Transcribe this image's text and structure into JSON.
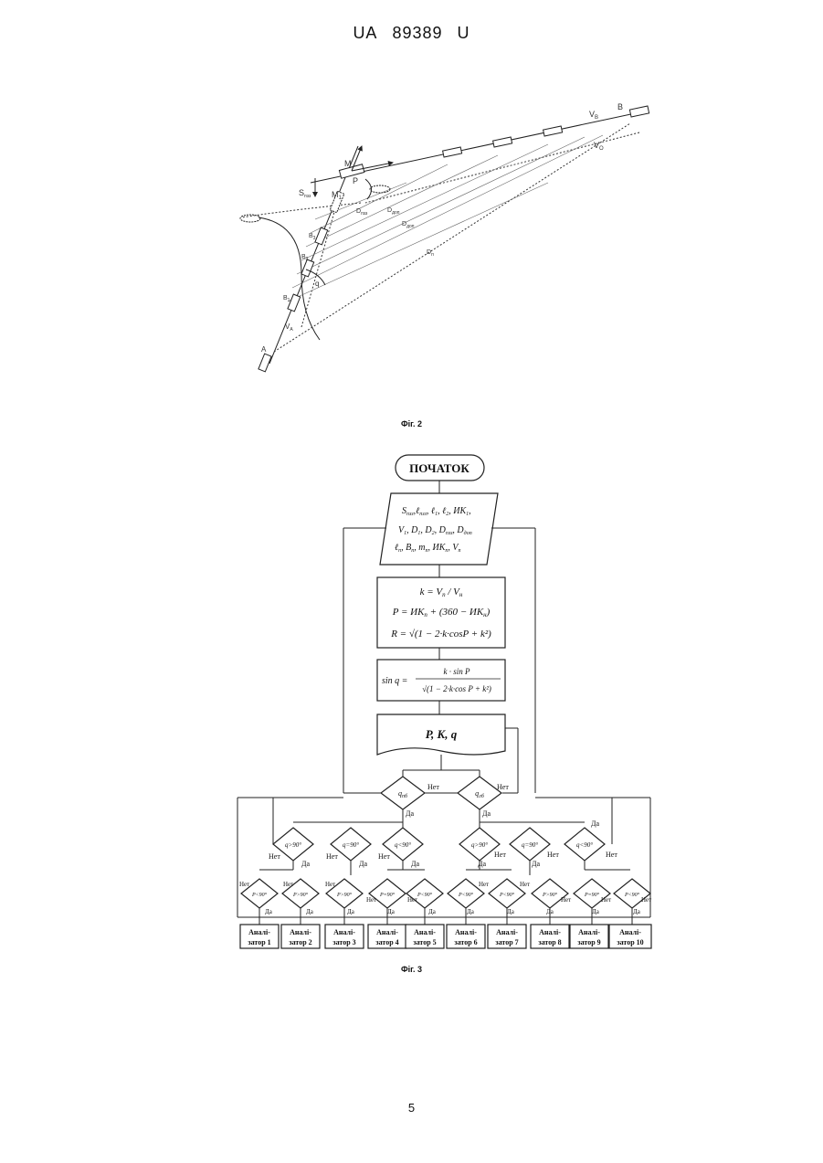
{
  "header": {
    "country": "UA",
    "number": "89389",
    "kind": "U"
  },
  "figure2": {
    "caption": "Фіг. 2",
    "labels": {
      "A": "A",
      "B": "B",
      "M": "M",
      "M1": "M",
      "M1_sub": "1",
      "P": "P",
      "VB": "V",
      "VB_sub": "B",
      "VO": "V",
      "VO_sub": "O",
      "VA": "V",
      "VA_sub": "A",
      "Sdiv": "S",
      "Sdiv_sub": "пзз",
      "q": "q",
      "B1": "B",
      "B1_sub": "3",
      "B2": "B",
      "B2_sub": "2",
      "B3": "B",
      "B3_sub": "1",
      "D1": "D",
      "D1_sub": "пзз",
      "D2": "D",
      "D2_sub": "доп",
      "D3": "D",
      "D3_sub": "доп",
      "Dn": "D",
      "Dn_sub": "п"
    }
  },
  "figure3": {
    "caption": "Фіг. 3",
    "start": "ПОЧАТОК",
    "input_lines": [
      "S",
      "V",
      "ℓ"
    ],
    "input_tail": [
      ",ℓ",
      "ℓ",
      "ИК",
      "D",
      "D",
      "D",
      "B",
      "m",
      "ИК",
      "V"
    ],
    "formula1": [
      "k = V",
      "P = ИК",
      "R = "
    ],
    "formula2": "sin q =",
    "output": "P, K, q",
    "dec_top": [
      {
        "text": "q",
        "sub": "пб",
        "no": "Нет",
        "yes": "Да"
      },
      {
        "text": "q",
        "sub": "лб",
        "no": "Нет",
        "yes": "Да"
      }
    ],
    "dec_mid": [
      {
        "text": "q>90°",
        "no": "Нет",
        "yes": "Да"
      },
      {
        "text": "q=90°",
        "no": "Нет",
        "yes": "Да"
      },
      {
        "text": "q<90°",
        "no": "Нет",
        "yes": "Да"
      },
      {
        "text": "q>90°",
        "no": "Нет",
        "yes": "Да"
      },
      {
        "text": "q=90°",
        "no": "Нет",
        "yes": "Да"
      },
      {
        "text": "q<90°",
        "no": "Нет",
        "yes": "Да"
      }
    ],
    "dec_low": [
      {
        "text": "P<90°",
        "no": "Нет",
        "yes": "Да"
      },
      {
        "text": "P>90°",
        "no": "Нет",
        "yes": "Да"
      },
      {
        "text": "P>90°",
        "no": "Нет",
        "yes": "Да"
      },
      {
        "text": "P=90°",
        "no": "Нет",
        "yes": "Да"
      },
      {
        "text": "P<90°",
        "no": "Нет",
        "yes": "Да"
      },
      {
        "text": "P<90°",
        "no": "Нет",
        "yes": "Да"
      },
      {
        "text": "P<90°",
        "no": "Нет",
        "yes": "Да"
      },
      {
        "text": "P>90°",
        "no": "Нет",
        "yes": "Да"
      },
      {
        "text": "P=90°",
        "no": "Нет",
        "yes": "Да"
      },
      {
        "text": "P<90°",
        "no": "Нет",
        "yes": "Да"
      }
    ],
    "analyzers": [
      [
        "Аналі-",
        "затор 1"
      ],
      [
        "Аналі-",
        "затор 2"
      ],
      [
        "Аналі-",
        "затор 3"
      ],
      [
        "Аналі-",
        "затор 4"
      ],
      [
        "Аналі-",
        "затор 5"
      ],
      [
        "Аналі-",
        "затор 6"
      ],
      [
        "Аналі-",
        "затор 7"
      ],
      [
        "Аналі-",
        "затор 8"
      ],
      [
        "Аналі-",
        "затор 9"
      ],
      [
        "Аналі-",
        "затор 10"
      ]
    ]
  },
  "page_number": "5"
}
